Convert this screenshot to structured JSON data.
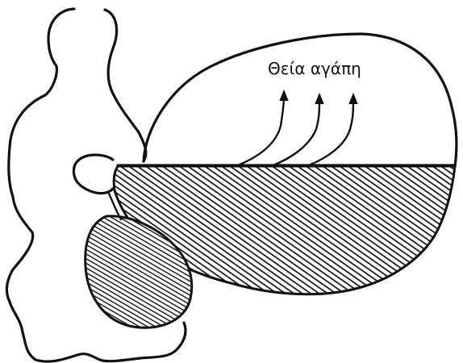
{
  "diagram": {
    "label": "Θεία αγάπη",
    "colors": {
      "ink": "#111111",
      "background": "#ffffff"
    },
    "elements": [
      "seated-figure-outline",
      "thought-bubble",
      "heart-shape",
      "hatched-reservoir",
      "hatched-lap-region",
      "upward-arrows"
    ]
  }
}
